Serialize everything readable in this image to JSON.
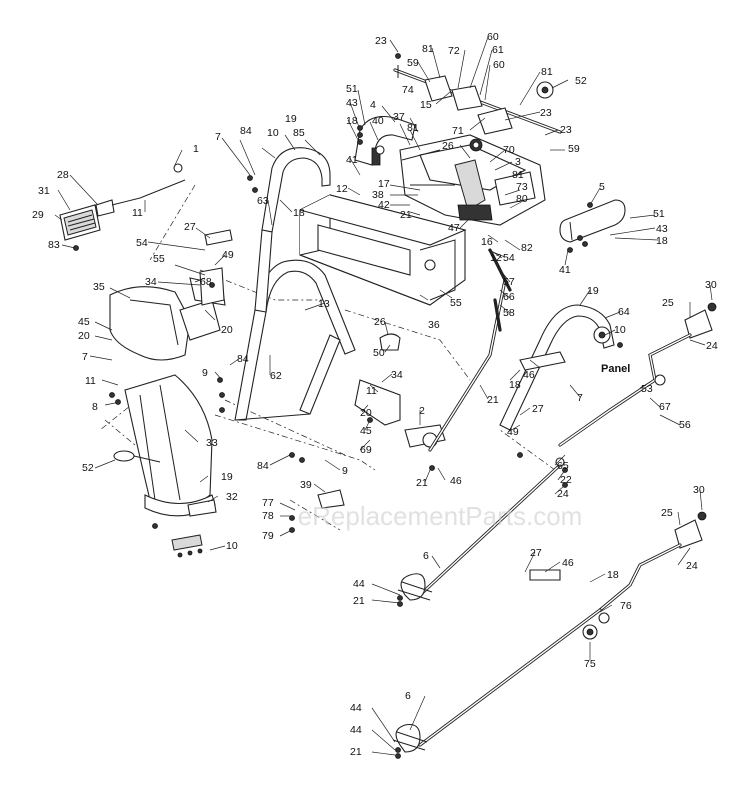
{
  "watermark": "eReplacementParts.com",
  "panel_label": "Panel",
  "callouts": [
    {
      "id": "c-23a",
      "text": "23"
    },
    {
      "id": "c-81a",
      "text": "81"
    },
    {
      "id": "c-72",
      "text": "72"
    },
    {
      "id": "c-60a",
      "text": "60"
    },
    {
      "id": "c-61",
      "text": "61"
    },
    {
      "id": "c-59a",
      "text": "59"
    },
    {
      "id": "c-60b",
      "text": "60"
    },
    {
      "id": "c-81b",
      "text": "81"
    },
    {
      "id": "c-52a",
      "text": "52"
    },
    {
      "id": "c-74",
      "text": "74"
    },
    {
      "id": "c-51a",
      "text": "51"
    },
    {
      "id": "c-43a",
      "text": "43"
    },
    {
      "id": "c-4",
      "text": "4"
    },
    {
      "id": "c-15",
      "text": "15"
    },
    {
      "id": "c-23b",
      "text": "23"
    },
    {
      "id": "c-37",
      "text": "37"
    },
    {
      "id": "c-18a",
      "text": "18"
    },
    {
      "id": "c-40",
      "text": "40"
    },
    {
      "id": "c-71",
      "text": "71"
    },
    {
      "id": "c-81c",
      "text": "81"
    },
    {
      "id": "c-23c",
      "text": "23"
    },
    {
      "id": "c-19a",
      "text": "19"
    },
    {
      "id": "c-84a",
      "text": "84"
    },
    {
      "id": "c-10a",
      "text": "10"
    },
    {
      "id": "c-85",
      "text": "85"
    },
    {
      "id": "c-7a",
      "text": "7"
    },
    {
      "id": "c-26a",
      "text": "26"
    },
    {
      "id": "c-70",
      "text": "70"
    },
    {
      "id": "c-59b",
      "text": "59"
    },
    {
      "id": "c-41a",
      "text": "41"
    },
    {
      "id": "c-3",
      "text": "3"
    },
    {
      "id": "c-1",
      "text": "1"
    },
    {
      "id": "c-81d",
      "text": "81"
    },
    {
      "id": "c-28",
      "text": "28"
    },
    {
      "id": "c-17",
      "text": "17"
    },
    {
      "id": "c-73",
      "text": "73"
    },
    {
      "id": "c-5",
      "text": "5"
    },
    {
      "id": "c-12a",
      "text": "12"
    },
    {
      "id": "c-38",
      "text": "38"
    },
    {
      "id": "c-31",
      "text": "31"
    },
    {
      "id": "c-42",
      "text": "42"
    },
    {
      "id": "c-80",
      "text": "80"
    },
    {
      "id": "c-63",
      "text": "63"
    },
    {
      "id": "c-18b",
      "text": "18"
    },
    {
      "id": "c-21a",
      "text": "21"
    },
    {
      "id": "c-11a",
      "text": "11"
    },
    {
      "id": "c-51b",
      "text": "51"
    },
    {
      "id": "c-29",
      "text": "29"
    },
    {
      "id": "c-47",
      "text": "47"
    },
    {
      "id": "c-43b",
      "text": "43"
    },
    {
      "id": "c-27a",
      "text": "27"
    },
    {
      "id": "c-18c",
      "text": "18"
    },
    {
      "id": "c-16",
      "text": "16"
    },
    {
      "id": "c-82",
      "text": "82"
    },
    {
      "id": "c-83",
      "text": "83"
    },
    {
      "id": "c-54a",
      "text": "54"
    },
    {
      "id": "c-49a",
      "text": "49"
    },
    {
      "id": "c-12b",
      "text": "12"
    },
    {
      "id": "c-54b",
      "text": "54"
    },
    {
      "id": "c-41b",
      "text": "41"
    },
    {
      "id": "c-55a",
      "text": "55"
    },
    {
      "id": "c-57",
      "text": "57"
    },
    {
      "id": "c-34a",
      "text": "34"
    },
    {
      "id": "c-68",
      "text": "68"
    },
    {
      "id": "c-30a",
      "text": "30"
    },
    {
      "id": "c-35",
      "text": "35"
    },
    {
      "id": "c-66",
      "text": "66"
    },
    {
      "id": "c-25a",
      "text": "25"
    },
    {
      "id": "c-55b",
      "text": "55"
    },
    {
      "id": "c-13",
      "text": "13"
    },
    {
      "id": "c-19b",
      "text": "19"
    },
    {
      "id": "c-58",
      "text": "58"
    },
    {
      "id": "c-45a",
      "text": "45"
    },
    {
      "id": "c-64",
      "text": "64"
    },
    {
      "id": "c-20a",
      "text": "20"
    },
    {
      "id": "c-26b",
      "text": "26"
    },
    {
      "id": "c-36",
      "text": "36"
    },
    {
      "id": "c-20b",
      "text": "20"
    },
    {
      "id": "c-10b",
      "text": "10"
    },
    {
      "id": "c-24a",
      "text": "24"
    },
    {
      "id": "c-50",
      "text": "50"
    },
    {
      "id": "c-7b",
      "text": "7"
    },
    {
      "id": "c-84b",
      "text": "84"
    },
    {
      "id": "c-62",
      "text": "62"
    },
    {
      "id": "c-46a",
      "text": "46"
    },
    {
      "id": "c-53",
      "text": "53"
    },
    {
      "id": "c-9a",
      "text": "9"
    },
    {
      "id": "c-34b",
      "text": "34"
    },
    {
      "id": "c-11b",
      "text": "11"
    },
    {
      "id": "c-18d",
      "text": "18"
    },
    {
      "id": "c-11c",
      "text": "11"
    },
    {
      "id": "c-7c",
      "text": "7"
    },
    {
      "id": "c-67",
      "text": "67"
    },
    {
      "id": "c-8",
      "text": "8"
    },
    {
      "id": "c-20c",
      "text": "20"
    },
    {
      "id": "c-2",
      "text": "2"
    },
    {
      "id": "c-21b",
      "text": "21"
    },
    {
      "id": "c-27b",
      "text": "27"
    },
    {
      "id": "c-56",
      "text": "56"
    },
    {
      "id": "c-45b",
      "text": "45"
    },
    {
      "id": "c-33",
      "text": "33"
    },
    {
      "id": "c-69",
      "text": "69"
    },
    {
      "id": "c-49b",
      "text": "49"
    },
    {
      "id": "c-52b",
      "text": "52"
    },
    {
      "id": "c-84c",
      "text": "84"
    },
    {
      "id": "c-9b",
      "text": "9"
    },
    {
      "id": "c-65",
      "text": "65"
    },
    {
      "id": "c-19c",
      "text": "19"
    },
    {
      "id": "c-21c",
      "text": "21"
    },
    {
      "id": "c-46b",
      "text": "46"
    },
    {
      "id": "c-22",
      "text": "22"
    },
    {
      "id": "c-24b",
      "text": "24"
    },
    {
      "id": "c-39",
      "text": "39"
    },
    {
      "id": "c-32",
      "text": "32"
    },
    {
      "id": "c-77",
      "text": "77"
    },
    {
      "id": "c-78",
      "text": "78"
    },
    {
      "id": "c-79",
      "text": "79"
    },
    {
      "id": "c-30b",
      "text": "30"
    },
    {
      "id": "c-10c",
      "text": "10"
    },
    {
      "id": "c-25b",
      "text": "25"
    },
    {
      "id": "c-6a",
      "text": "6"
    },
    {
      "id": "c-27c",
      "text": "27"
    },
    {
      "id": "c-46c",
      "text": "46"
    },
    {
      "id": "c-24c",
      "text": "24"
    },
    {
      "id": "c-18e",
      "text": "18"
    },
    {
      "id": "c-44a",
      "text": "44"
    },
    {
      "id": "c-21d",
      "text": "21"
    },
    {
      "id": "c-76",
      "text": "76"
    },
    {
      "id": "c-75",
      "text": "75"
    },
    {
      "id": "c-6b",
      "text": "6"
    },
    {
      "id": "c-44b",
      "text": "44"
    },
    {
      "id": "c-44c",
      "text": "44"
    },
    {
      "id": "c-21e",
      "text": "21"
    }
  ]
}
